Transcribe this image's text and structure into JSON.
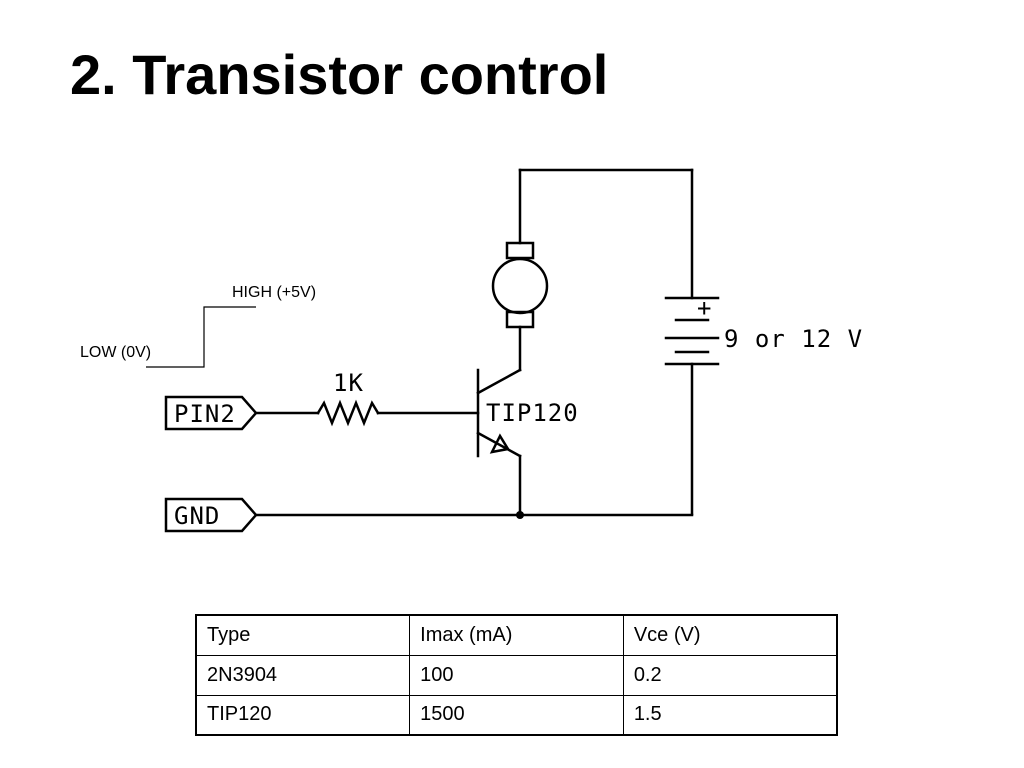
{
  "title": "2. Transistor control",
  "schematic": {
    "signal_high": "HIGH (+5V)",
    "signal_low": "LOW (0V)",
    "pin_label": "PIN2",
    "gnd_label": "GND",
    "resistor_label": "1K",
    "transistor_label": "TIP120",
    "battery_plus": "+",
    "battery_label": "9 or 12 V"
  },
  "table": {
    "headers": [
      "Type",
      "Imax (mA)",
      "Vce (V)"
    ],
    "rows": [
      [
        "2N3904",
        "100",
        "0.2"
      ],
      [
        "TIP120",
        "1500",
        "1.5"
      ]
    ]
  }
}
